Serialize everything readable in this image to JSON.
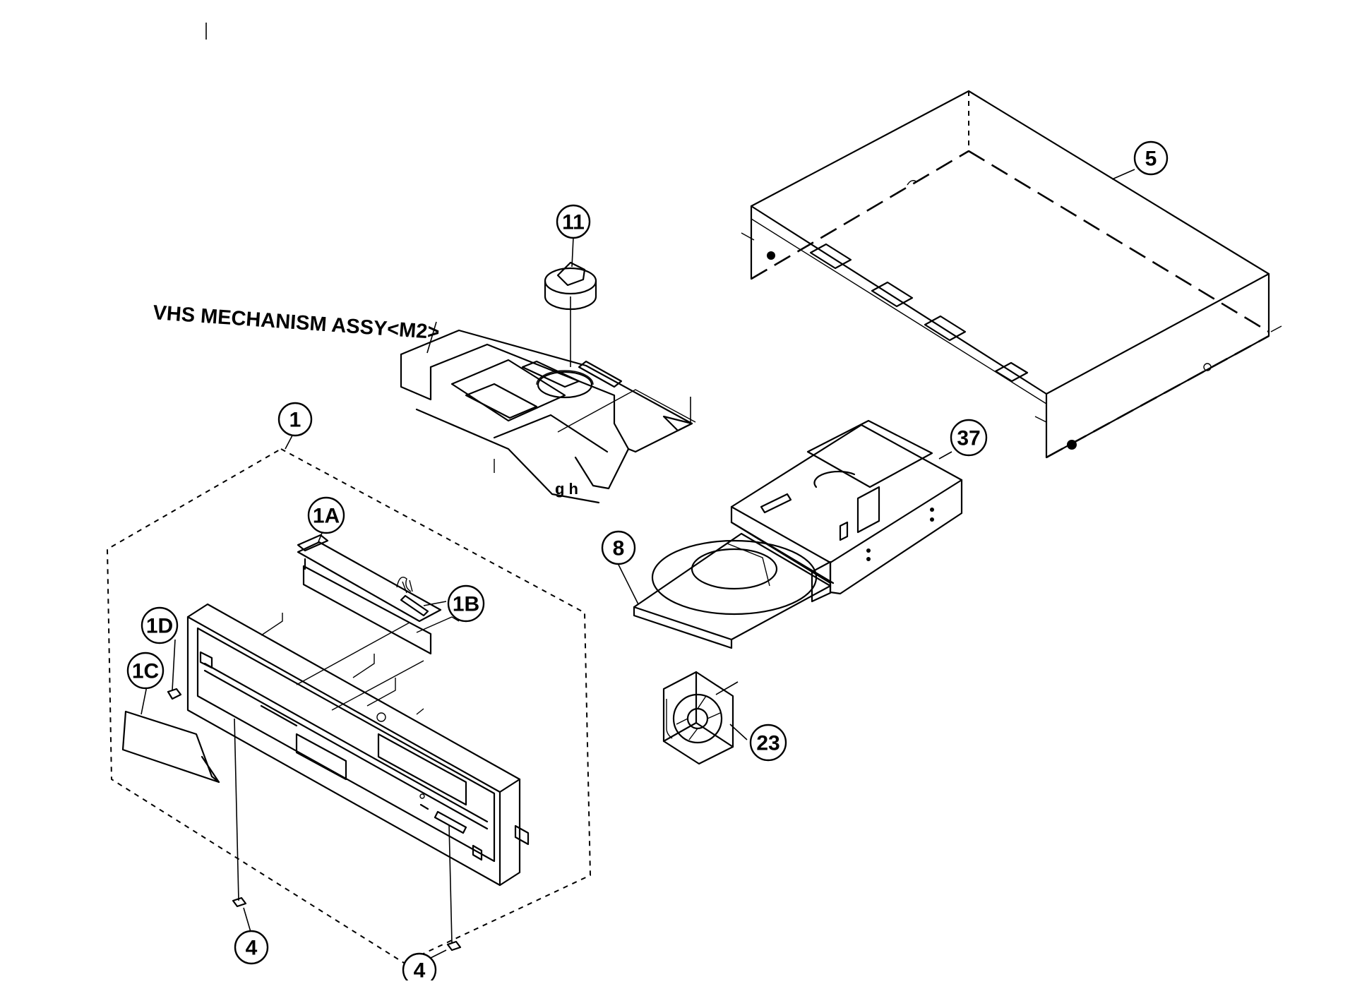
{
  "title": "VHS MECHANISM ASSY<M2>",
  "callouts": {
    "c1": "1",
    "c1A": "1A",
    "c1B": "1B",
    "c1C": "1C",
    "c1D": "1D",
    "c4a": "4",
    "c4b": "4",
    "c5": "5",
    "c8": "8",
    "c11": "11",
    "c23": "23",
    "c37": "37"
  },
  "mech_marks": "g h"
}
